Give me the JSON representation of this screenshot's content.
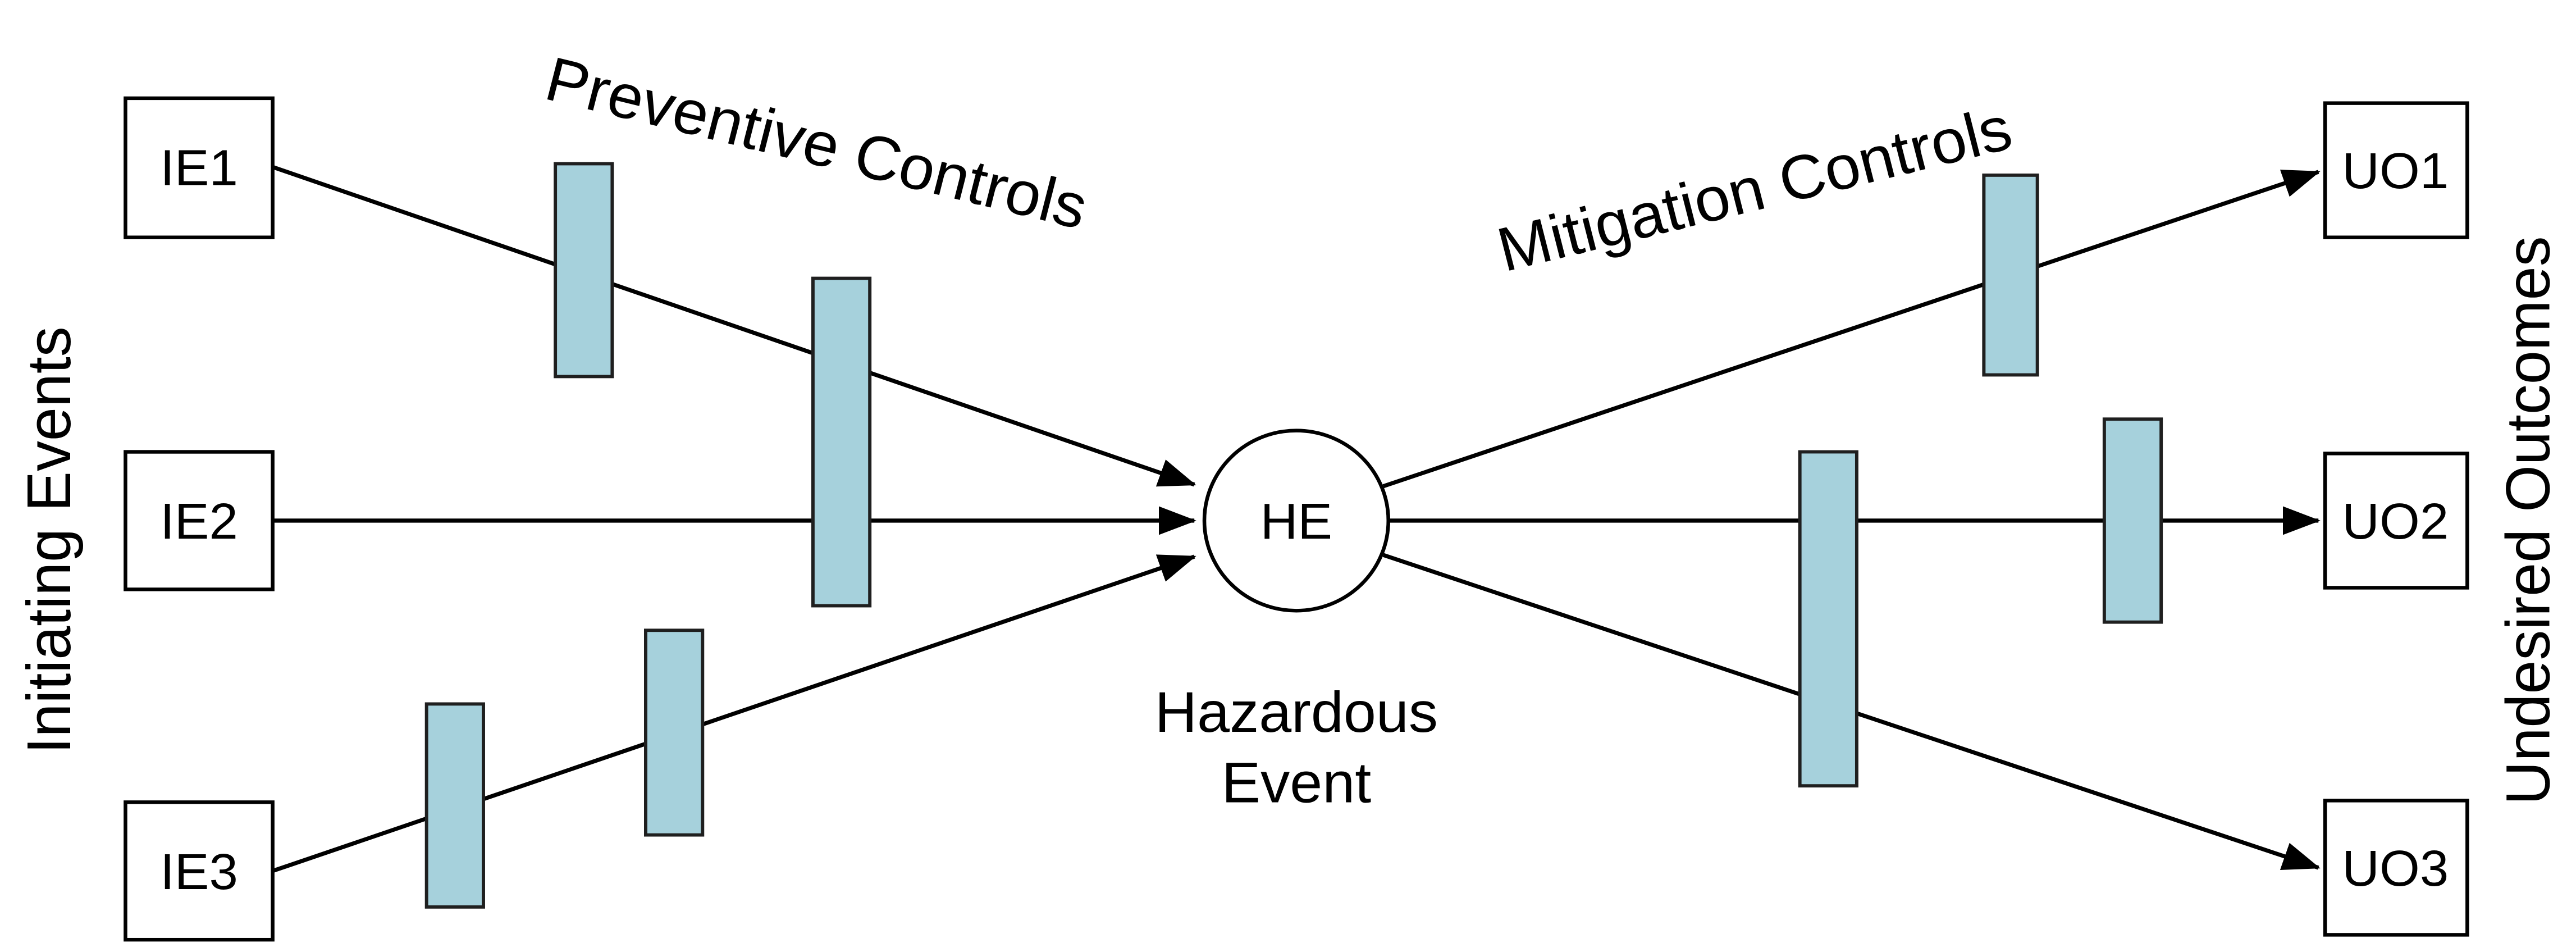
{
  "diagram": {
    "left_axis_label": "Initiating Events",
    "right_axis_label": "Undesired Outcomes",
    "preventive_controls_label": "Preventive Controls",
    "mitigation_controls_label": "Mitigation Controls",
    "initiating_events": [
      "IE1",
      "IE2",
      "IE3"
    ],
    "undesired_outcomes": [
      "UO1",
      "UO2",
      "UO3"
    ],
    "hazardous_event": {
      "abbr": "HE",
      "caption_line1": "Hazardous",
      "caption_line2": "Event"
    },
    "colors": {
      "barrier_fill": "#a6d1dc",
      "barrier_stroke": "#1f1f1f",
      "line_color": "#000000",
      "node_fill": "#ffffff",
      "node_stroke": "#000000"
    }
  }
}
